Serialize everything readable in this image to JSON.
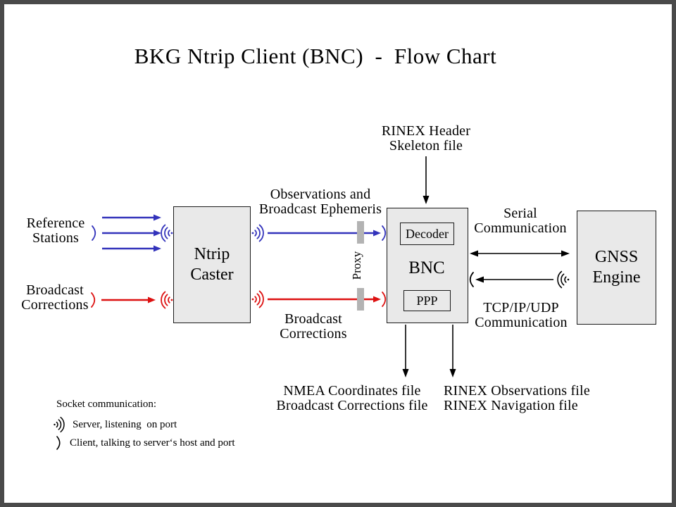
{
  "title": "BKG Ntrip Client (BNC)  -  Flow Chart",
  "colors": {
    "arrow_blue": "#3333bb",
    "arrow_red": "#dd1111",
    "node_fill": "#e9e9e9",
    "proxy_bar": "#b3b3b3",
    "line_black": "#000000",
    "page_frame": "#4a4a4a"
  },
  "nodes": {
    "ntrip_caster": [
      "Ntrip",
      "Caster"
    ],
    "bnc": "BNC",
    "decoder": "Decoder",
    "ppp": "PPP",
    "gnss_engine": [
      "GNSS",
      "Engine"
    ]
  },
  "labels": {
    "reference_stations": [
      "Reference",
      "Stations"
    ],
    "broadcast_corrections_input": [
      "Broadcast",
      "Corrections"
    ],
    "observations_ephemeris": [
      "Observations and",
      "Broadcast Ephemeris"
    ],
    "broadcast_corrections_stream": [
      "Broadcast",
      "Corrections"
    ],
    "rinex_header_skeleton": [
      "RINEX Header",
      "Skeleton file"
    ],
    "serial_communication": [
      "Serial",
      "Communication"
    ],
    "tcp_udp_communication": [
      "TCP/IP/UDP",
      "Communication"
    ],
    "proxy": "Proxy",
    "output_files_left": [
      "NMEA Coordinates file",
      "Broadcast Corrections file"
    ],
    "output_files_right": [
      "RINEX Observations file",
      "RINEX Navigation file"
    ]
  },
  "legend": {
    "title": "Socket communication:",
    "server_item": "Server, listening  on port",
    "client_item": "Client, talking to server‘s host and port",
    "server_symbol": "radio-waves-icon",
    "client_symbol": "arc-icon"
  }
}
